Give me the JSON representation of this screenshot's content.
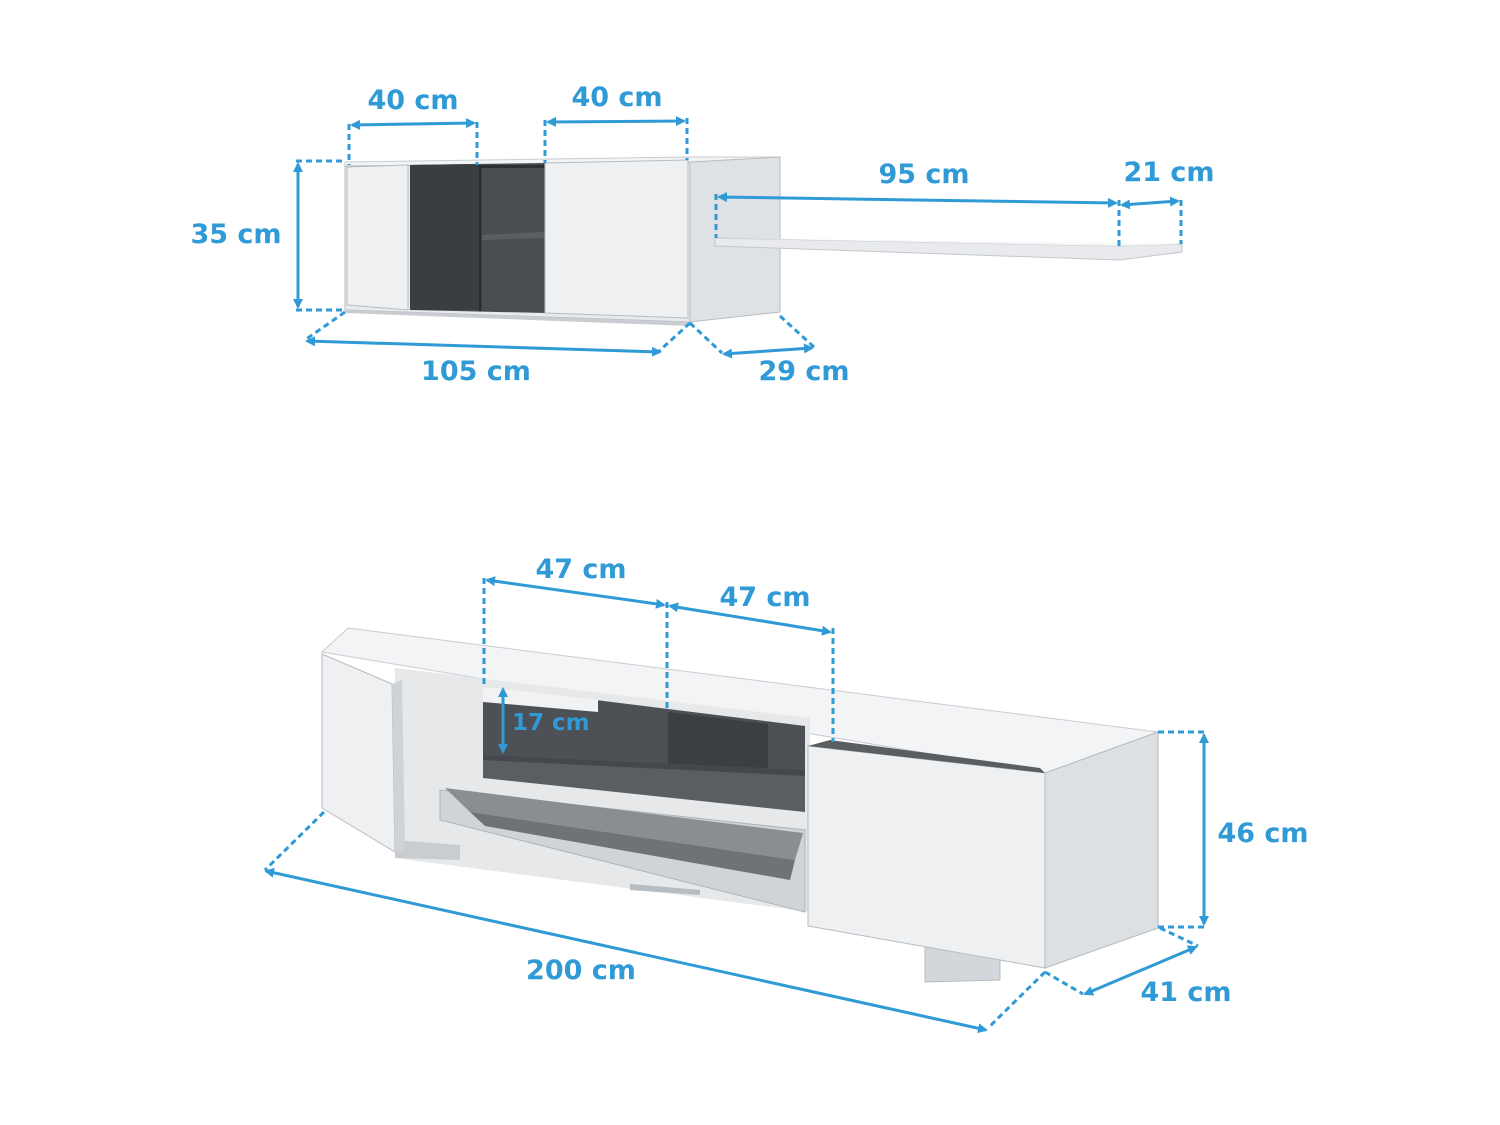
{
  "colors": {
    "dimension": "#2f9ad6",
    "panel_white": "#eef0f2",
    "panel_light": "#e2e5e8",
    "panel_shadow": "#c9cdd1",
    "panel_dark": "#4a4d52",
    "panel_darker": "#35383c",
    "edge": "#b7bcc1"
  },
  "wall_unit": {
    "door_left_width": "40 cm",
    "door_right_width": "40 cm",
    "height": "35 cm",
    "width": "105 cm",
    "depth": "29 cm",
    "shelf_length": "95 cm",
    "shelf_depth": "21 cm"
  },
  "tv_unit": {
    "compartment_left_width": "47 cm",
    "compartment_right_width": "47 cm",
    "shelf_gap_height": "17 cm",
    "height": "46 cm",
    "width": "200 cm",
    "depth": "41 cm"
  }
}
